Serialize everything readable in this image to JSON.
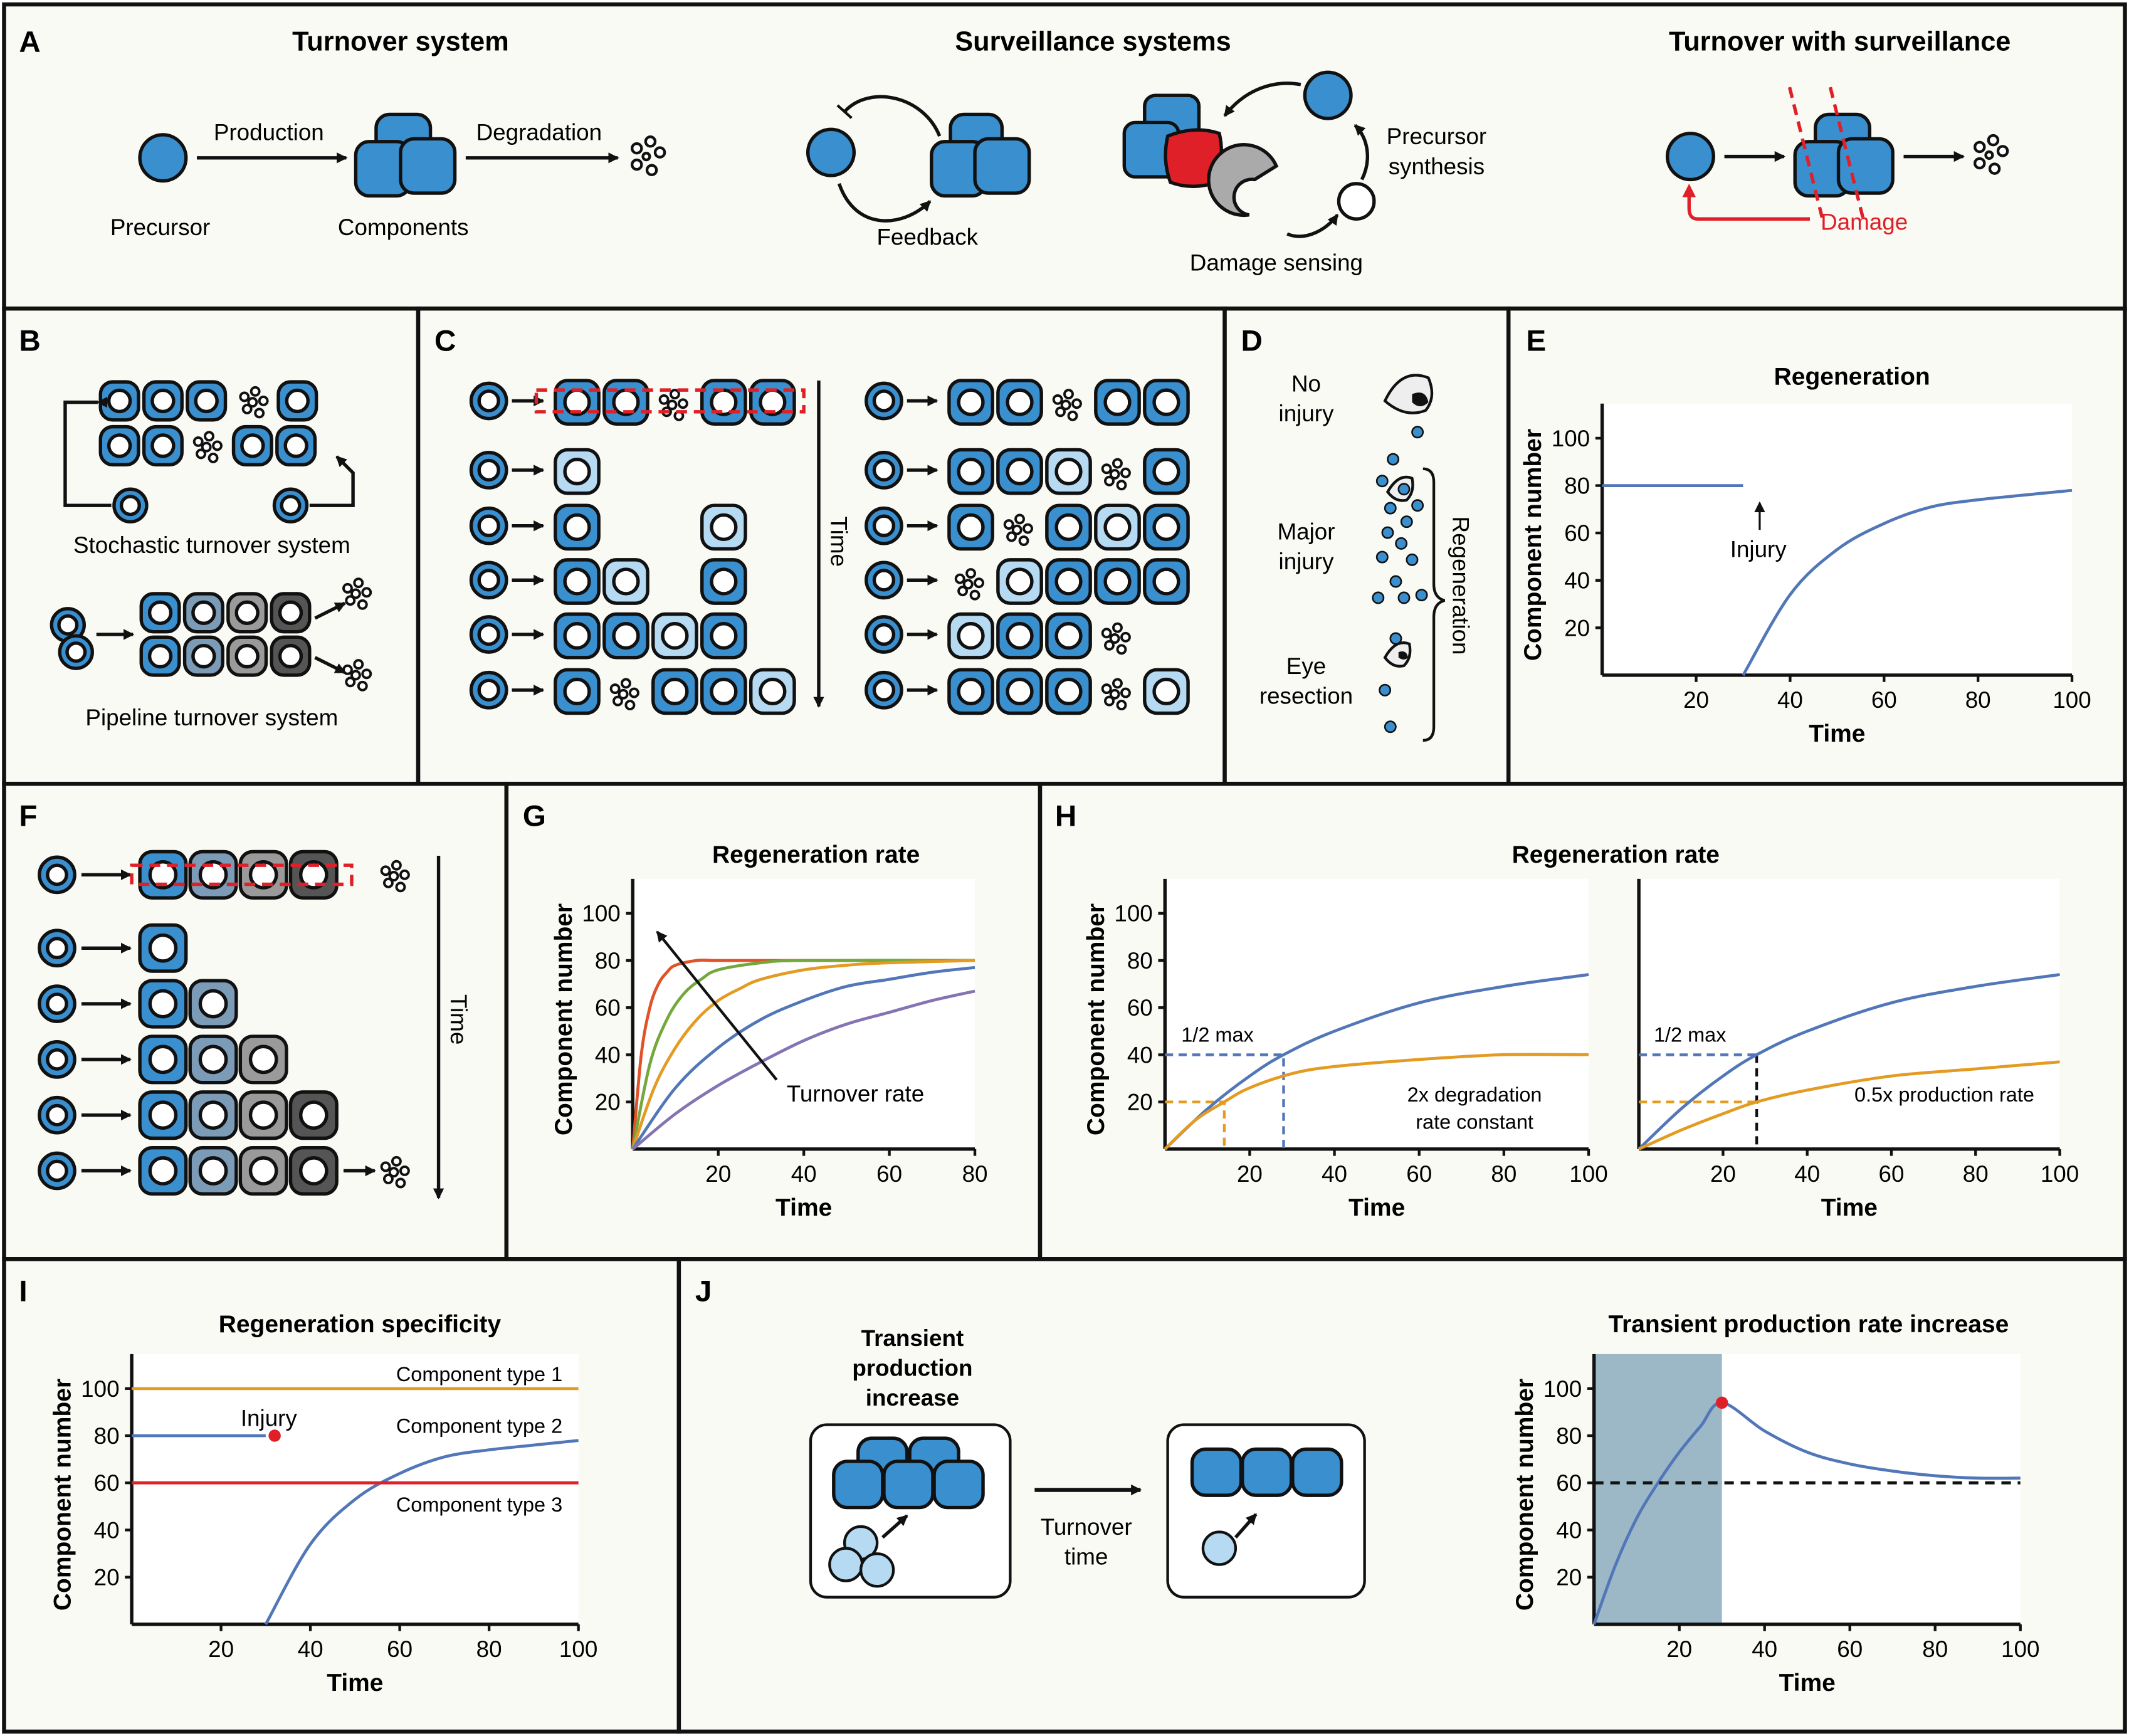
{
  "panels": {
    "A": {
      "letter": "A",
      "turnover": {
        "title": "Turnover system",
        "production": "Production",
        "degradation": "Degradation",
        "precursor": "Precursor",
        "components": "Components"
      },
      "surveillance": {
        "title": "Surveillance systems",
        "feedback": "Feedback",
        "precursor_synthesis_1": "Precursor",
        "precursor_synthesis_2": "synthesis",
        "damage_sensing": "Damage sensing"
      },
      "with_surveillance": {
        "title": "Turnover with surveillance",
        "damage": "Damage"
      }
    },
    "B": {
      "letter": "B",
      "stochastic": "Stochastic turnover system",
      "pipeline": "Pipeline turnover system"
    },
    "C": {
      "letter": "C",
      "time": "Time"
    },
    "D": {
      "letter": "D",
      "no_injury_1": "No",
      "no_injury_2": "injury",
      "major_1": "Major",
      "major_2": "injury",
      "eye_1": "Eye",
      "eye_2": "resection",
      "regeneration": "Regeneration"
    },
    "E": {
      "letter": "E",
      "injury": "Injury"
    },
    "F": {
      "letter": "F",
      "time": "Time"
    },
    "G": {
      "letter": "G",
      "turnover_rate": "Turnover rate"
    },
    "H": {
      "letter": "H",
      "title": "Regeneration rate",
      "half_max_left": "1/2 max",
      "half_max_right": "1/2 max",
      "note_left_1": "2x degradation",
      "note_left_2": "rate constant",
      "note_right": "0.5x production rate"
    },
    "I": {
      "letter": "I",
      "injury": "Injury",
      "type1": "Component type 1",
      "type2": "Component type 2",
      "type3": "Component type 3"
    },
    "J": {
      "letter": "J",
      "transient_1": "Transient",
      "transient_2": "production",
      "transient_3": "increase",
      "turnover_1": "Turnover",
      "turnover_2": "time"
    }
  },
  "colors": {
    "blue": "#3a8fcf",
    "light_blue": "#b5daf2",
    "grey_blue": "#7b9bb6",
    "grey": "#9a9a9a",
    "dark_grey": "#555555",
    "red": "#e02028",
    "curve_blue": "#5277b8",
    "orange": "#e39b22",
    "green": "#74a83c",
    "red_orange": "#e0522a",
    "purple": "#8574b4",
    "shade": "#9cb8c6"
  },
  "chart_data": [
    {
      "id": "E",
      "type": "line",
      "title": "Regeneration",
      "xlabel": "Time",
      "ylabel": "Component number",
      "xlim": [
        0,
        100
      ],
      "ylim": [
        0,
        110
      ],
      "xticks": [
        20,
        40,
        60,
        80,
        100
      ],
      "yticks": [
        20,
        40,
        60,
        80,
        100
      ],
      "series": [
        {
          "x": [
            0,
            30
          ],
          "y": [
            80,
            80
          ]
        },
        {
          "x": [
            30,
            40,
            50,
            60,
            70,
            80,
            90,
            100
          ],
          "y": [
            0,
            34,
            53,
            64,
            71,
            74,
            76,
            78
          ]
        }
      ],
      "annotations": [
        {
          "text": "Injury",
          "x": 30,
          "y": 80
        }
      ]
    },
    {
      "id": "G",
      "type": "line",
      "title": "Regeneration rate",
      "xlabel": "Time",
      "ylabel": "Component number",
      "xlim": [
        0,
        80
      ],
      "ylim": [
        0,
        110
      ],
      "xticks": [
        20,
        40,
        60,
        80
      ],
      "yticks": [
        20,
        40,
        60,
        80,
        100
      ],
      "series": [
        {
          "color": "#e0522a",
          "x": [
            0,
            2,
            4,
            6,
            8,
            10,
            15,
            20,
            40,
            80
          ],
          "y": [
            0,
            40,
            60,
            70,
            75,
            78,
            80,
            80,
            80,
            80
          ]
        },
        {
          "color": "#74a83c",
          "x": [
            0,
            4,
            8,
            12,
            16,
            20,
            30,
            40,
            80
          ],
          "y": [
            0,
            36,
            55,
            66,
            72,
            76,
            79,
            80,
            80
          ]
        },
        {
          "color": "#e39b22",
          "x": [
            0,
            5,
            10,
            15,
            20,
            25,
            30,
            40,
            50,
            60,
            80
          ],
          "y": [
            0,
            26,
            43,
            55,
            63,
            68,
            72,
            76,
            78,
            79,
            80
          ]
        },
        {
          "color": "#5277b8",
          "x": [
            0,
            10,
            20,
            30,
            40,
            50,
            60,
            70,
            80
          ],
          "y": [
            0,
            26,
            43,
            55,
            63,
            69,
            72,
            75,
            77
          ]
        },
        {
          "color": "#8574b4",
          "x": [
            0,
            10,
            20,
            30,
            40,
            50,
            60,
            70,
            80
          ],
          "y": [
            0,
            15,
            27,
            37,
            46,
            53,
            58,
            63,
            67
          ]
        }
      ],
      "annotations": [
        {
          "text": "Turnover rate",
          "x": 35,
          "y": 20
        }
      ]
    },
    {
      "id": "H1",
      "type": "line",
      "xlabel": "Time",
      "ylabel": "Component number",
      "xlim": [
        0,
        100
      ],
      "ylim": [
        0,
        110
      ],
      "xticks": [
        20,
        40,
        60,
        80,
        100
      ],
      "yticks": [
        20,
        40,
        60,
        80,
        100
      ],
      "series": [
        {
          "color": "#5277b8",
          "x": [
            0,
            10,
            20,
            28,
            40,
            60,
            80,
            100
          ],
          "y": [
            0,
            17,
            31,
            40,
            50,
            62,
            69,
            74
          ]
        },
        {
          "color": "#e39b22",
          "x": [
            0,
            7,
            14,
            20,
            30,
            40,
            60,
            80,
            100
          ],
          "y": [
            0,
            12,
            20,
            26,
            32,
            35,
            38,
            40,
            40
          ]
        }
      ],
      "half_max": {
        "blue": {
          "x": 28,
          "y": 40
        },
        "orange": {
          "x": 14,
          "y": 20
        }
      }
    },
    {
      "id": "H2",
      "type": "line",
      "xlabel": "Time",
      "xlim": [
        0,
        100
      ],
      "ylim": [
        0,
        110
      ],
      "xticks": [
        20,
        40,
        60,
        80,
        100
      ],
      "series": [
        {
          "color": "#5277b8",
          "x": [
            0,
            10,
            20,
            28,
            40,
            60,
            80,
            100
          ],
          "y": [
            0,
            17,
            31,
            40,
            50,
            62,
            69,
            74
          ]
        },
        {
          "color": "#e39b22",
          "x": [
            0,
            10,
            20,
            28,
            40,
            60,
            80,
            100
          ],
          "y": [
            0,
            8,
            15,
            20,
            25,
            31,
            34,
            37
          ]
        }
      ],
      "half_max": {
        "x": 28,
        "y": 40
      }
    },
    {
      "id": "I",
      "type": "line",
      "title": "Regeneration specificity",
      "xlabel": "Time",
      "ylabel": "Component number",
      "xlim": [
        0,
        100
      ],
      "ylim": [
        0,
        110
      ],
      "xticks": [
        20,
        40,
        60,
        80,
        100
      ],
      "yticks": [
        20,
        40,
        60,
        80,
        100
      ],
      "series": [
        {
          "name": "Component type 1",
          "color": "#e39b22",
          "x": [
            0,
            100
          ],
          "y": [
            100,
            100
          ]
        },
        {
          "name": "Component type 2",
          "color": "#5277b8",
          "x": [
            0,
            30
          ],
          "y": [
            80,
            80
          ]
        },
        {
          "name": "Component type 2",
          "color": "#5277b8",
          "x": [
            30,
            40,
            50,
            60,
            70,
            80,
            90,
            100
          ],
          "y": [
            0,
            34,
            53,
            64,
            71,
            74,
            76,
            78
          ]
        },
        {
          "name": "Component type 3",
          "color": "#e02028",
          "x": [
            0,
            100
          ],
          "y": [
            60,
            60
          ]
        }
      ],
      "injury_point": {
        "x": 32,
        "y": 80
      }
    },
    {
      "id": "J",
      "type": "line",
      "title": "Transient production rate increase",
      "xlabel": "Time",
      "ylabel": "Component number",
      "xlim": [
        0,
        100
      ],
      "ylim": [
        0,
        110
      ],
      "xticks": [
        20,
        40,
        60,
        80,
        100
      ],
      "yticks": [
        20,
        40,
        60,
        80,
        100
      ],
      "shaded_interval": [
        0,
        30
      ],
      "series": [
        {
          "color": "#5277b8",
          "x": [
            0,
            5,
            10,
            15,
            20,
            25,
            30,
            40,
            50,
            60,
            70,
            80,
            90,
            100
          ],
          "y": [
            0,
            25,
            45,
            60,
            73,
            84,
            94,
            82,
            73,
            68,
            65,
            63,
            62,
            62
          ]
        },
        {
          "dashed": true,
          "color": "#111111",
          "x": [
            0,
            100
          ],
          "y": [
            60,
            60
          ]
        }
      ],
      "peak_point": {
        "x": 30,
        "y": 94
      }
    }
  ]
}
